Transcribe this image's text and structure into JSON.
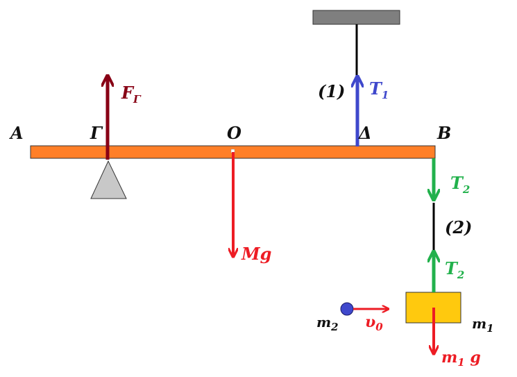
{
  "points": {
    "A": "A",
    "Gamma": "Γ",
    "O": "O",
    "Delta": "Δ",
    "B": "B"
  },
  "strings": {
    "string1": "(1)",
    "string2": "(2)"
  },
  "forces": {
    "F_Gamma": {
      "main": "F",
      "sub": "Γ"
    },
    "T1": {
      "main": "T",
      "sub": "1"
    },
    "T2_upper": {
      "main": "T",
      "sub": "2"
    },
    "T2_lower": {
      "main": "T",
      "sub": "2"
    },
    "Mg": {
      "main": "Mg"
    },
    "m1g": {
      "main": "m",
      "sub": "1",
      "tail": " g"
    },
    "v0": {
      "main": "υ",
      "sub": "0"
    }
  },
  "masses": {
    "m1": {
      "main": "m",
      "sub": "1"
    },
    "m2": {
      "main": "m",
      "sub": "2"
    }
  },
  "colors": {
    "beam": "#ff7f27",
    "ceiling": "#7f7f7f",
    "support": "#c8c8c8",
    "block": "#ffc90e",
    "ball": "#3f48cc",
    "F_Gamma": "#880015",
    "T1": "#3f48cc",
    "T2": "#22b14c",
    "weight": "#ed1c24",
    "velocity": "#ed1c24"
  }
}
